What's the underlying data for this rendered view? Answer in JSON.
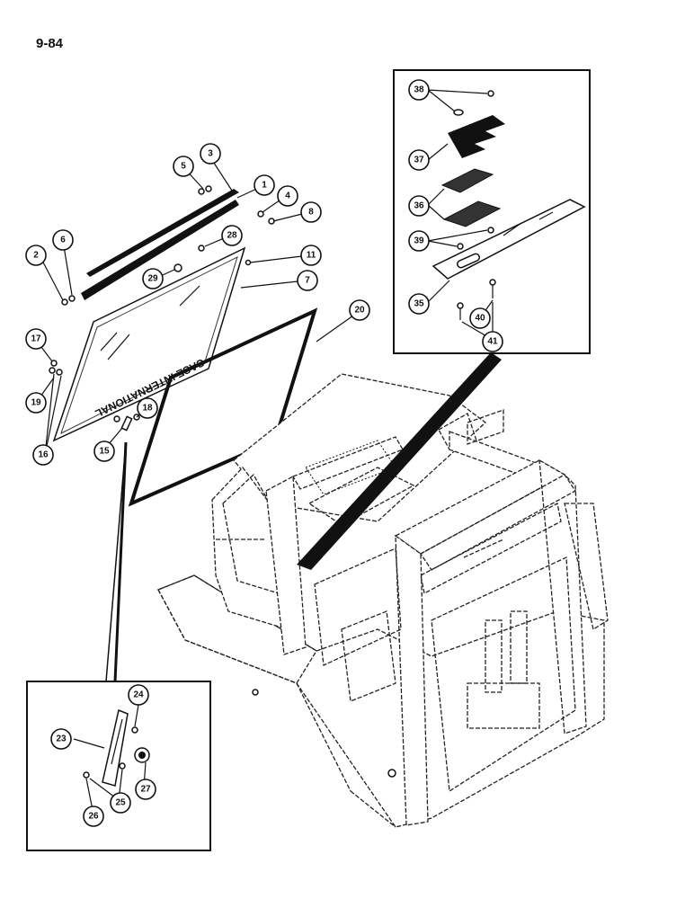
{
  "page_number": "9-84",
  "glass_lettering": "CASE INTERNATIONAL",
  "callouts": {
    "c1": "1",
    "c2": "2",
    "c3": "3",
    "c4": "4",
    "c5": "5",
    "c6": "6",
    "c7": "7",
    "c8": "8",
    "c11": "11",
    "c15": "15",
    "c16": "16",
    "c17": "17",
    "c18": "18",
    "c19": "19",
    "c20": "20",
    "c23": "23",
    "c24": "24",
    "c25": "25",
    "c26": "26",
    "c27": "27",
    "c28": "28",
    "c29": "29",
    "c35": "35",
    "c36": "36",
    "c37": "37",
    "c38": "38",
    "c39": "39",
    "c40": "40",
    "c41": "41"
  }
}
